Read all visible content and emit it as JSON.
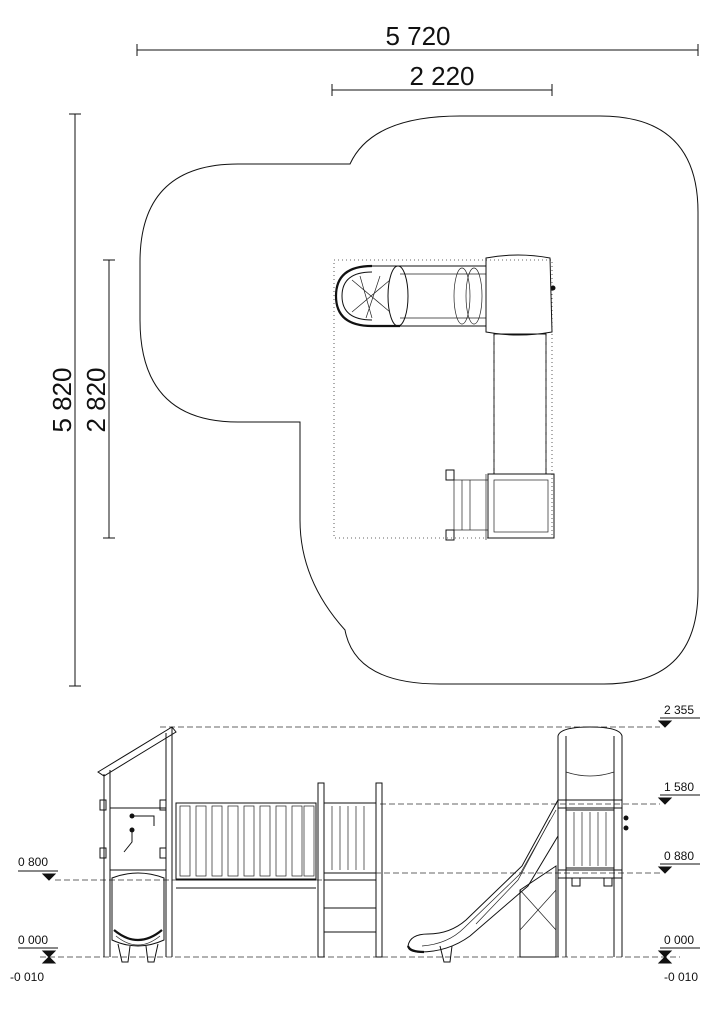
{
  "plan": {
    "overall_width": "5 720",
    "inner_width": "2 220",
    "overall_depth": "5 820",
    "inner_depth": "2 820"
  },
  "elevation_left": {
    "level_platform": "0 800",
    "level_ground": "0 000",
    "level_below": "-0 010"
  },
  "elevation_right": {
    "level_top": "2 355",
    "level_roof": "1 580",
    "level_platform": "0 880",
    "level_ground": "0 000",
    "level_below": "-0 010"
  }
}
